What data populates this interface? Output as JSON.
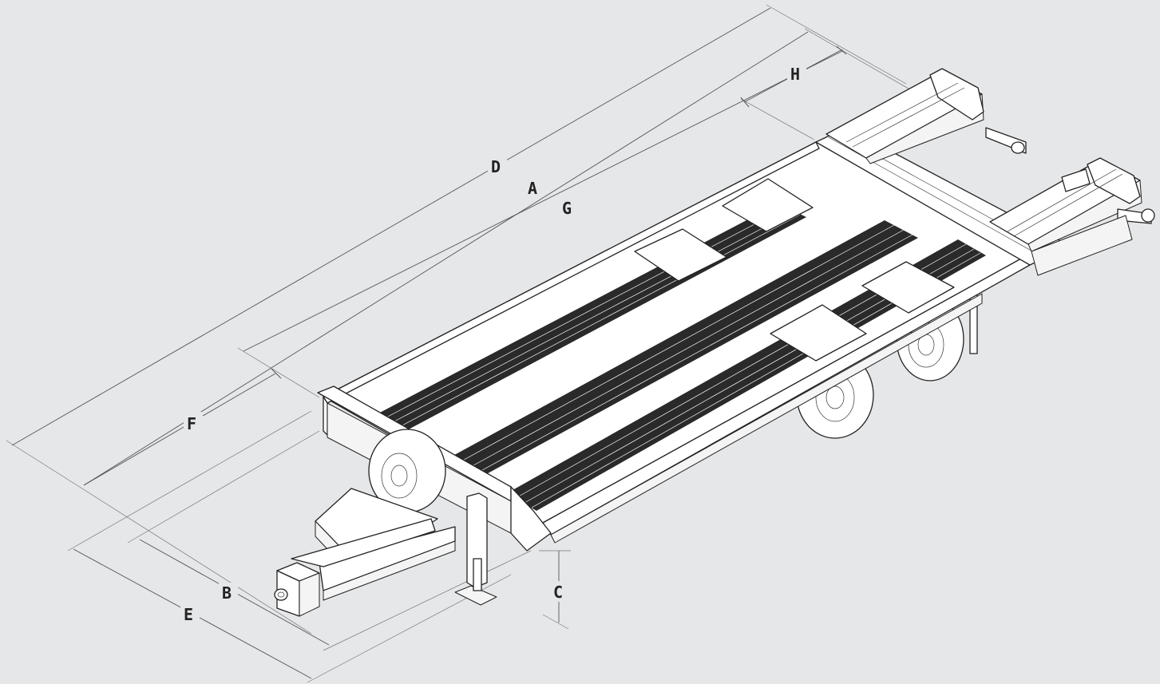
{
  "diagram": {
    "subject": "trailer-dimension-drawing",
    "dimension_labels": {
      "D": "D",
      "A": "A",
      "G": "G",
      "H": "H",
      "F": "F",
      "B": "B",
      "E": "E",
      "C": "C"
    }
  },
  "colors": {
    "background": "#e6e7e9",
    "line": "#222222",
    "deck_stripe": "#2a2a2a",
    "surface": "#ffffff"
  }
}
